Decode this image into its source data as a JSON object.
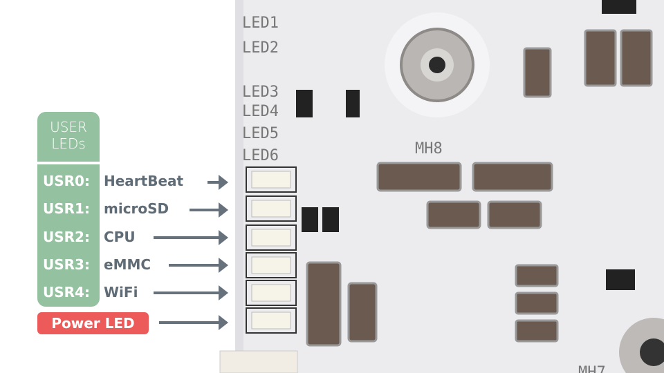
{
  "legend": {
    "header_line1": "USER",
    "header_line2": "LEDs",
    "items": [
      {
        "id": "USR0:",
        "function": "HeartBeat"
      },
      {
        "id": "USR1:",
        "function": "microSD"
      },
      {
        "id": "USR2:",
        "function": "CPU"
      },
      {
        "id": "USR3:",
        "function": "eMMC"
      },
      {
        "id": "USR4:",
        "function": "WiFi"
      }
    ],
    "power_label": "Power LED"
  },
  "board": {
    "silkscreen": [
      "LED1",
      "LED2",
      "LED3",
      "LED4",
      "LED5",
      "LED6"
    ],
    "mount_hole": "MH8",
    "mount_hole_2": "MH7"
  },
  "colors": {
    "green": "#94c2a0",
    "red": "#ec5a5a",
    "arrow": "#66717b"
  }
}
